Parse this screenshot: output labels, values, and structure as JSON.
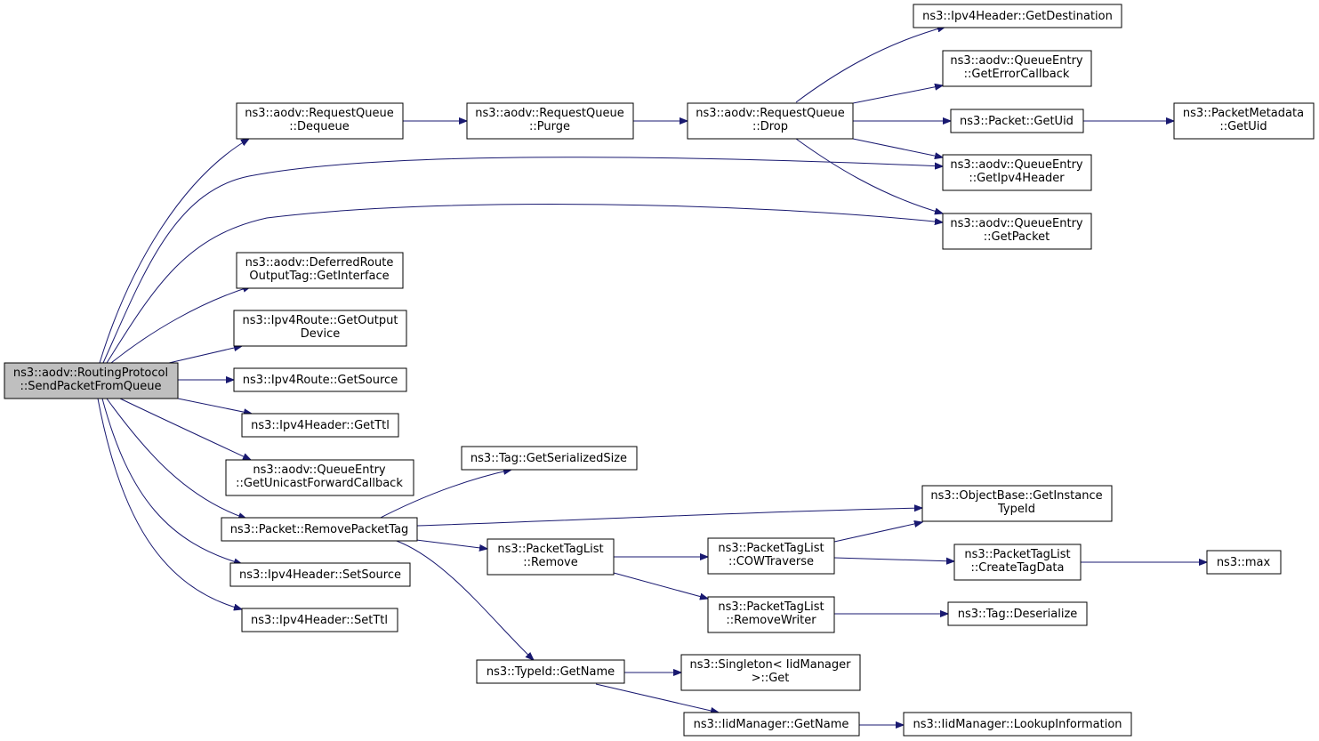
{
  "colors": {
    "edge": "#191970",
    "root_fill": "#bfbfbf",
    "node_fill": "#ffffff",
    "border": "#000000"
  },
  "nodes": {
    "send_packet_from_queue": [
      "ns3::aodv::RoutingProtocol",
      "::SendPacketFromQueue"
    ],
    "rq_dequeue": [
      "ns3::aodv::RequestQueue",
      "::Dequeue"
    ],
    "rq_purge": [
      "ns3::aodv::RequestQueue",
      "::Purge"
    ],
    "rq_drop": [
      "ns3::aodv::RequestQueue",
      "::Drop"
    ],
    "ipv4header_getdestination": [
      "ns3::Ipv4Header::GetDestination"
    ],
    "qe_geterrorcallback": [
      "ns3::aodv::QueueEntry",
      "::GetErrorCallback"
    ],
    "packet_getuid": [
      "ns3::Packet::GetUid"
    ],
    "packetmetadata_getuid": [
      "ns3::PacketMetadata",
      "::GetUid"
    ],
    "qe_getipv4header": [
      "ns3::aodv::QueueEntry",
      "::GetIpv4Header"
    ],
    "qe_getpacket": [
      "ns3::aodv::QueueEntry",
      "::GetPacket"
    ],
    "deferred_getinterface": [
      "ns3::aodv::DeferredRoute",
      "OutputTag::GetInterface"
    ],
    "ipv4route_getoutputdevice": [
      "ns3::Ipv4Route::GetOutput",
      "Device"
    ],
    "ipv4route_getsource": [
      "ns3::Ipv4Route::GetSource"
    ],
    "ipv4header_getttl": [
      "ns3::Ipv4Header::GetTtl"
    ],
    "qe_getunicastforwardcallback": [
      "ns3::aodv::QueueEntry",
      "::GetUnicastForwardCallback"
    ],
    "packet_removepackettag": [
      "ns3::Packet::RemovePacketTag"
    ],
    "ipv4header_setsource": [
      "ns3::Ipv4Header::SetSource"
    ],
    "ipv4header_setttl": [
      "ns3::Ipv4Header::SetTtl"
    ],
    "tag_getserializedsize": [
      "ns3::Tag::GetSerializedSize"
    ],
    "objectbase_getinstancetypeid": [
      "ns3::ObjectBase::GetInstance",
      "TypeId"
    ],
    "packettaglist_remove": [
      "ns3::PacketTagList",
      "::Remove"
    ],
    "packettaglist_cowtraverse": [
      "ns3::PacketTagList",
      "::COWTraverse"
    ],
    "packettaglist_createtagdata": [
      "ns3::PacketTagList",
      "::CreateTagData"
    ],
    "max": [
      "ns3::max"
    ],
    "packettaglist_removewriter": [
      "ns3::PacketTagList",
      "::RemoveWriter"
    ],
    "tag_deserialize": [
      "ns3::Tag::Deserialize"
    ],
    "typeid_getname": [
      "ns3::TypeId::GetName"
    ],
    "singleton_get": [
      "ns3::Singleton< IidManager",
      " >::Get"
    ],
    "iidmanager_getname": [
      "ns3::IidManager::GetName"
    ],
    "iidmanager_lookupinformation": [
      "ns3::IidManager::LookupInformation"
    ]
  },
  "edges": [
    [
      "send_packet_from_queue",
      "rq_dequeue"
    ],
    [
      "send_packet_from_queue",
      "qe_getipv4header"
    ],
    [
      "send_packet_from_queue",
      "qe_getpacket"
    ],
    [
      "send_packet_from_queue",
      "deferred_getinterface"
    ],
    [
      "send_packet_from_queue",
      "ipv4route_getoutputdevice"
    ],
    [
      "send_packet_from_queue",
      "ipv4route_getsource"
    ],
    [
      "send_packet_from_queue",
      "ipv4header_getttl"
    ],
    [
      "send_packet_from_queue",
      "qe_getunicastforwardcallback"
    ],
    [
      "send_packet_from_queue",
      "packet_removepackettag"
    ],
    [
      "send_packet_from_queue",
      "ipv4header_setsource"
    ],
    [
      "send_packet_from_queue",
      "ipv4header_setttl"
    ],
    [
      "rq_dequeue",
      "rq_purge"
    ],
    [
      "rq_purge",
      "rq_drop"
    ],
    [
      "rq_drop",
      "ipv4header_getdestination"
    ],
    [
      "rq_drop",
      "qe_geterrorcallback"
    ],
    [
      "rq_drop",
      "packet_getuid"
    ],
    [
      "rq_drop",
      "qe_getipv4header"
    ],
    [
      "rq_drop",
      "qe_getpacket"
    ],
    [
      "packet_getuid",
      "packetmetadata_getuid"
    ],
    [
      "packet_removepackettag",
      "tag_getserializedsize"
    ],
    [
      "packet_removepackettag",
      "objectbase_getinstancetypeid"
    ],
    [
      "packet_removepackettag",
      "packettaglist_remove"
    ],
    [
      "packet_removepackettag",
      "typeid_getname"
    ],
    [
      "packettaglist_remove",
      "packettaglist_cowtraverse"
    ],
    [
      "packettaglist_remove",
      "packettaglist_removewriter"
    ],
    [
      "packettaglist_cowtraverse",
      "objectbase_getinstancetypeid"
    ],
    [
      "packettaglist_cowtraverse",
      "packettaglist_createtagdata"
    ],
    [
      "packettaglist_createtagdata",
      "max"
    ],
    [
      "packettaglist_removewriter",
      "tag_deserialize"
    ],
    [
      "typeid_getname",
      "singleton_get"
    ],
    [
      "typeid_getname",
      "iidmanager_getname"
    ],
    [
      "iidmanager_getname",
      "iidmanager_lookupinformation"
    ]
  ]
}
